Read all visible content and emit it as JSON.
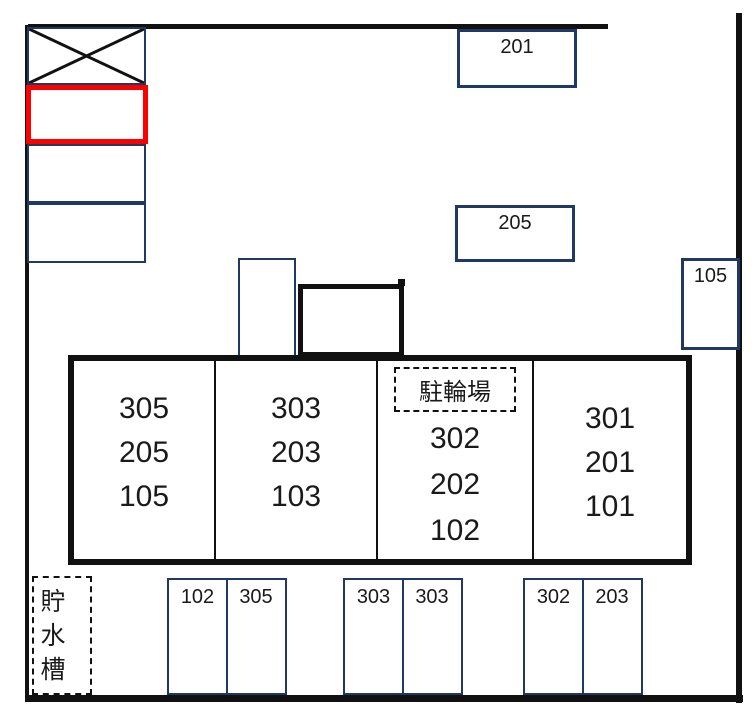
{
  "title": "parking-lot-layout",
  "colors": {
    "box_outline": "#1f3864",
    "boundary": "#111111",
    "highlight": "#ff0000"
  },
  "outdoor_stalls": {
    "upper": {
      "label": "201"
    },
    "middle": {
      "label": "205"
    },
    "right": {
      "label": "105"
    }
  },
  "building": {
    "bike_parking_label": "駐輪場",
    "columns": [
      {
        "units": [
          "305",
          "205",
          "105"
        ]
      },
      {
        "units": [
          "303",
          "203",
          "103"
        ]
      },
      {
        "units": [
          "302",
          "202",
          "102"
        ]
      },
      {
        "units": [
          "301",
          "201",
          "101"
        ]
      }
    ]
  },
  "water_tank": {
    "label": "貯水槽"
  },
  "bottom_stalls": {
    "pair1": [
      "102",
      "305"
    ],
    "pair2": [
      "303",
      "303"
    ],
    "pair3": [
      "302",
      "203"
    ]
  }
}
